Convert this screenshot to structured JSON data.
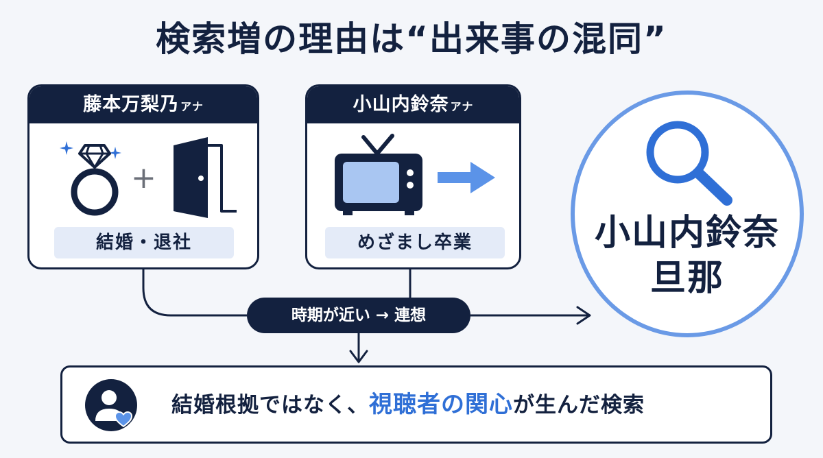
{
  "title": "検索増の理由は“出来事の混同”",
  "cards": [
    {
      "name": "藤本万梨乃",
      "suffix": "アナ",
      "label": "結婚・退社",
      "plus": "+"
    },
    {
      "name": "小山内鈴奈",
      "suffix": "アナ",
      "label": "めざまし卒業"
    }
  ],
  "circle": {
    "line1": "小山内鈴奈",
    "line2": "旦那"
  },
  "connector_label": "時期が近い → 連想",
  "bottom": {
    "part1": "結婚根拠ではなく、",
    "highlight": "視聴者の関心",
    "part2": "が生んだ検索"
  },
  "colors": {
    "navy": "#13213f",
    "accent_blue": "#2f6fd6",
    "light_blue": "#6a9ae6",
    "pill_bg": "#e4ebf8"
  },
  "icons": [
    "ring-icon",
    "sparkle-icon",
    "plus-icon",
    "door-icon",
    "tv-icon",
    "arrow-right-icon",
    "search-icon",
    "user-heart-icon"
  ]
}
